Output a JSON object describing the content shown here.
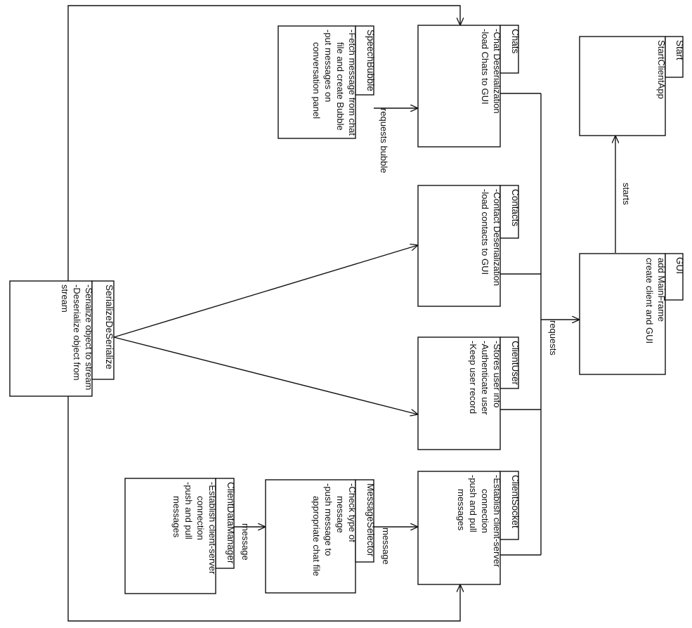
{
  "colors": {
    "stroke": "#111111",
    "background": "#ffffff",
    "text": "#111111"
  },
  "boxes": {
    "start": {
      "title": "Start",
      "lines": [
        "StartClientApp"
      ]
    },
    "gui": {
      "title": "GUI",
      "lines": [
        "add MainFrame",
        "create client and GUI"
      ]
    },
    "chats": {
      "title": "Chats",
      "lines": [
        "-Chat Deserialization",
        "-load Chats to GUI"
      ]
    },
    "contacts": {
      "title": "Contacts",
      "lines": [
        "-Contact Deserialization",
        "-load contacts to GUI"
      ]
    },
    "client_user": {
      "title": "ClientUser",
      "lines": [
        "-Stores user info",
        "-Authenticate user",
        "-Keep user record"
      ]
    },
    "client_socket": {
      "title": "ClientSocket",
      "lines": [
        "-Establish client-server",
        "connection",
        "-push and pull",
        "messages"
      ]
    },
    "speech_bubble": {
      "title": "SpeechBubble",
      "lines": [
        "-Fetch message from chat",
        "file and create Bubble",
        "-put messages on",
        "conversation panel"
      ]
    },
    "message_selector": {
      "title": "MessageSelector",
      "lines": [
        "-Check type of",
        "message",
        "-push message to",
        "appropriate chat file"
      ]
    },
    "client_data_manager": {
      "title": "ClientDataManager",
      "lines": [
        "-Establish client-server",
        "connection",
        "-push and pull",
        "messages"
      ]
    },
    "serialize": {
      "title": "SerializeDeSerialize",
      "lines": [
        "-Serialize object to stream",
        "-Deserialize object from",
        "stream"
      ]
    }
  },
  "edge_labels": {
    "starts": "starts",
    "requests": "requests",
    "requests_bubble": "requests bubble",
    "message_1": "message",
    "message_2": "message"
  }
}
